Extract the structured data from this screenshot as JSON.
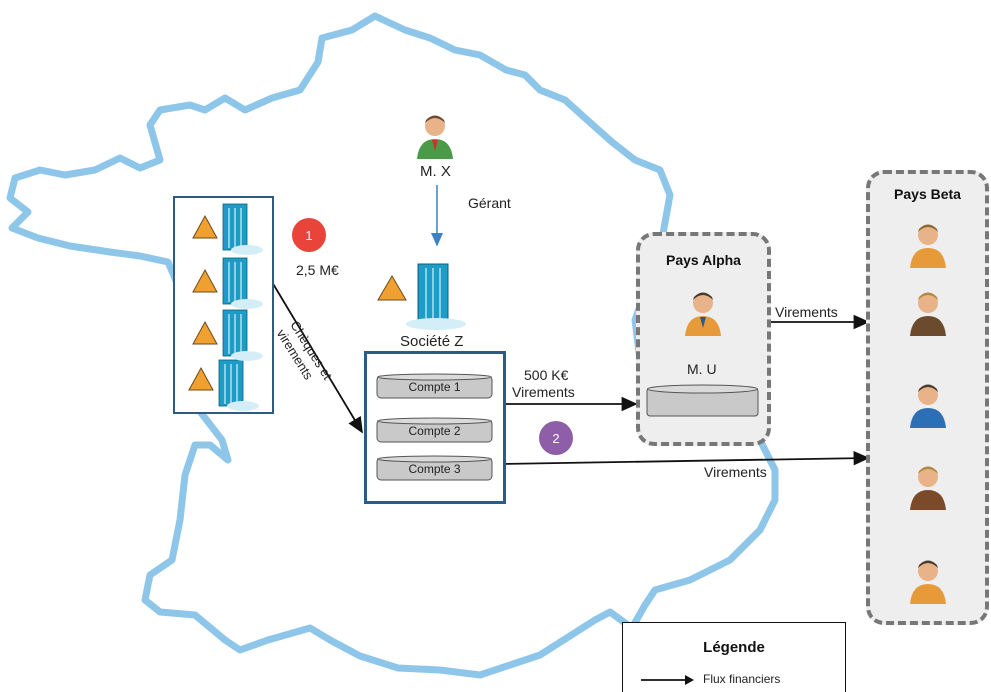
{
  "people": {
    "mx": "M. X",
    "mu": "M. U"
  },
  "labels": {
    "gerant": "Gérant",
    "amount_25": "2,5 M€",
    "cheques_line1": "Chèques et",
    "cheques_line2": "virements",
    "societe": "Société Z",
    "amount_500": "500 K€",
    "virements_alpha": "Virements",
    "virements_beta_top": "Virements",
    "virements_beta_bottom": "Virements"
  },
  "badges": {
    "one": "1",
    "two": "2"
  },
  "accounts": [
    "Compte 1",
    "Compte 2",
    "Compte 3"
  ],
  "panels": {
    "alpha": "Pays Alpha",
    "beta": "Pays Beta"
  },
  "legend": {
    "title": "Légende",
    "item": "Flux financiers"
  },
  "colors": {
    "map_outline": "#8ec6ea",
    "box_border": "#2d5b84",
    "badge_one": "#e8443a",
    "badge_two": "#8e5ea8",
    "panel_border": "#777777"
  },
  "icons": {
    "person": "businessman-icon",
    "building": "office-building-icon",
    "warning": "warning-sign-icon"
  }
}
